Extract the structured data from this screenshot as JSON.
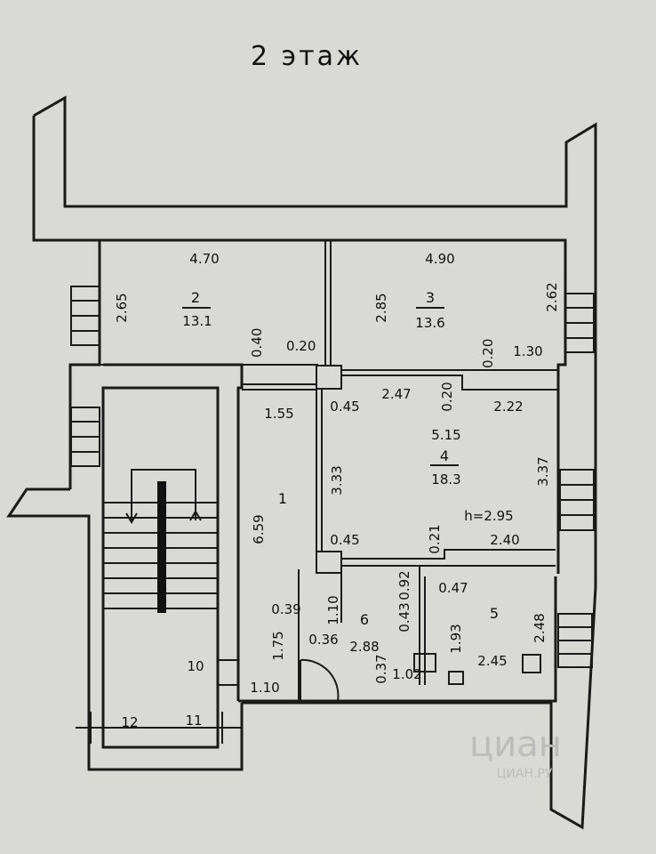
{
  "title": "2 этаж",
  "rooms": [
    {
      "number": "2",
      "area": "13.1"
    },
    {
      "number": "3",
      "area": "13.6"
    },
    {
      "number": "1"
    },
    {
      "number": "4",
      "area": "18.3",
      "height": "h=2.95"
    },
    {
      "number": "6",
      "area": "2.88"
    },
    {
      "number": "5",
      "area": "2.45"
    }
  ],
  "dimensions": {
    "r2_width": "4.70",
    "r2_height": "2.65",
    "r2_a": "0.40",
    "r2_b": "0.20",
    "r3_width": "4.90",
    "r3_height_left": "2.85",
    "r3_height_right": "2.62",
    "r3_a": "0.20",
    "r3_b": "1.30",
    "r1_top": "1.55",
    "r1_height": "6.59",
    "r1_a": "1.75",
    "r1_b": "0.39",
    "r1_c": "1.10",
    "r1_bottom": "1.10",
    "r4_a": "0.45",
    "r4_b": "2.47",
    "r4_c": "0.20",
    "r4_d": "2.22",
    "r4_width": "5.15",
    "r4_left": "3.33",
    "r4_right": "3.37",
    "r4_e": "0.45",
    "r4_f": "0.21",
    "r4_g": "2.40",
    "r6_a": "0.92",
    "r6_b": "0.43",
    "r6_c": "0.36",
    "r6_d": "0.37",
    "r6_e": "1.02",
    "r5_a": "0.47",
    "r5_b": "1.93",
    "r5_c": "2.48"
  },
  "stair_labels": {
    "a": "10",
    "b": "11",
    "c": "12"
  },
  "watermark": {
    "main": "циан",
    "sub": "ЦИАН.РУ"
  }
}
